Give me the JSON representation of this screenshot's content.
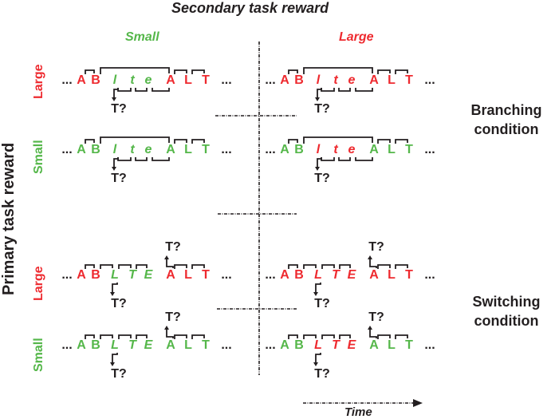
{
  "colors": {
    "red": "#ee2a2f",
    "green": "#55b74a",
    "black": "#231f20"
  },
  "title": "Secondary task reward",
  "columns": [
    "Small",
    "Large"
  ],
  "axis_label": "Primary task reward",
  "row_labels": [
    "Large",
    "Small",
    "Large",
    "Small"
  ],
  "conditions": {
    "branching": "Branching condition",
    "switching": "Switching condition"
  },
  "time_label": "Time",
  "ellipsis": "...",
  "query": "T?",
  "branch_letters": [
    "A",
    "B",
    "l",
    "t",
    "e",
    "A",
    "L",
    "T"
  ],
  "switch_letters": [
    "A",
    "B",
    "L",
    "T",
    "E",
    "A",
    "L",
    "T"
  ],
  "panels": [
    {
      "type": "branch",
      "colors": [
        "red",
        "red",
        "green",
        "green",
        "green",
        "red",
        "red",
        "red"
      ]
    },
    {
      "type": "branch",
      "colors": [
        "red",
        "red",
        "red",
        "red",
        "red",
        "red",
        "red",
        "red"
      ]
    },
    {
      "type": "branch",
      "colors": [
        "green",
        "green",
        "green",
        "green",
        "green",
        "green",
        "green",
        "green"
      ]
    },
    {
      "type": "branch",
      "colors": [
        "green",
        "green",
        "red",
        "red",
        "red",
        "green",
        "green",
        "green"
      ]
    },
    {
      "type": "switch",
      "colors": [
        "red",
        "red",
        "green",
        "green",
        "green",
        "red",
        "red",
        "red"
      ]
    },
    {
      "type": "switch",
      "colors": [
        "red",
        "red",
        "red",
        "red",
        "red",
        "red",
        "red",
        "red"
      ]
    },
    {
      "type": "switch",
      "colors": [
        "green",
        "green",
        "green",
        "green",
        "green",
        "green",
        "green",
        "green"
      ]
    },
    {
      "type": "switch",
      "colors": [
        "green",
        "green",
        "red",
        "red",
        "red",
        "green",
        "green",
        "green"
      ]
    }
  ]
}
